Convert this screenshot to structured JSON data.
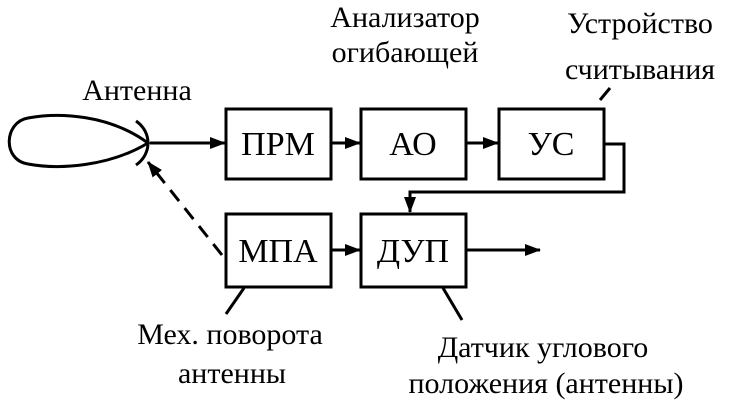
{
  "diagram": {
    "labels": {
      "antenna": "Антенна",
      "analyzer_line1": "Анализатор",
      "analyzer_line2": "огибающей",
      "reader_line1": "Устройство",
      "reader_line2": "считывания",
      "mechanism_line1": "Мех. поворота",
      "mechanism_line2": "антенны",
      "sensor_line1": "Датчик углового",
      "sensor_line2": "положения (антенны)"
    },
    "blocks": {
      "prm": "ПРМ",
      "ao": "АО",
      "us": "УС",
      "mpa": "МПА",
      "dup": "ДУП"
    }
  }
}
